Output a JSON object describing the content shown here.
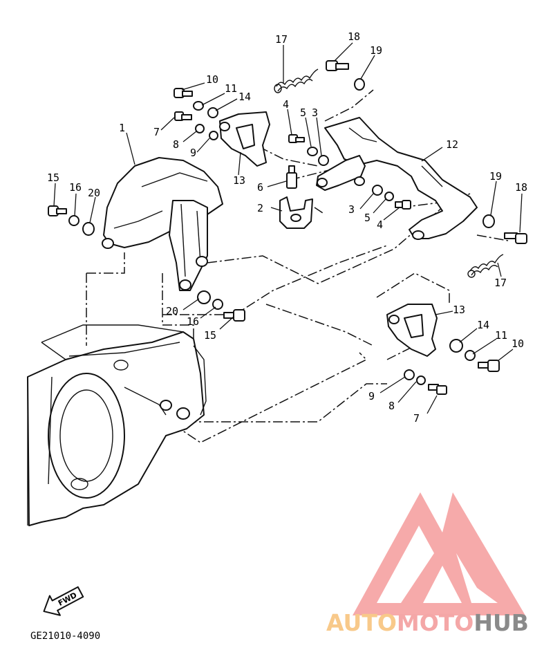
{
  "diagram": {
    "drawing_code": "GE21010-4090",
    "fwd_label": "FWD",
    "callouts": [
      {
        "id": "c1",
        "text": "1"
      },
      {
        "id": "c2",
        "text": "2"
      },
      {
        "id": "c3a",
        "text": "3"
      },
      {
        "id": "c3b",
        "text": "3"
      },
      {
        "id": "c4a",
        "text": "4"
      },
      {
        "id": "c4b",
        "text": "4"
      },
      {
        "id": "c5a",
        "text": "5"
      },
      {
        "id": "c5b",
        "text": "5"
      },
      {
        "id": "c6",
        "text": "6"
      },
      {
        "id": "c7a",
        "text": "7"
      },
      {
        "id": "c7b",
        "text": "7"
      },
      {
        "id": "c8a",
        "text": "8"
      },
      {
        "id": "c8b",
        "text": "8"
      },
      {
        "id": "c9a",
        "text": "9"
      },
      {
        "id": "c9b",
        "text": "9"
      },
      {
        "id": "c10a",
        "text": "10"
      },
      {
        "id": "c10b",
        "text": "10"
      },
      {
        "id": "c11a",
        "text": "11"
      },
      {
        "id": "c11b",
        "text": "11"
      },
      {
        "id": "c12",
        "text": "12"
      },
      {
        "id": "c13a",
        "text": "13"
      },
      {
        "id": "c13b",
        "text": "13"
      },
      {
        "id": "c14a",
        "text": "14"
      },
      {
        "id": "c14b",
        "text": "14"
      },
      {
        "id": "c15a",
        "text": "15"
      },
      {
        "id": "c15b",
        "text": "15"
      },
      {
        "id": "c16a",
        "text": "16"
      },
      {
        "id": "c16b",
        "text": "16"
      },
      {
        "id": "c17a",
        "text": "17"
      },
      {
        "id": "c17b",
        "text": "17"
      },
      {
        "id": "c18a",
        "text": "18"
      },
      {
        "id": "c18b",
        "text": "18"
      },
      {
        "id": "c19a",
        "text": "19"
      },
      {
        "id": "c19b",
        "text": "19"
      },
      {
        "id": "c20a",
        "text": "20"
      },
      {
        "id": "c20b",
        "text": "20"
      }
    ]
  },
  "watermark": {
    "part1": "AUTO",
    "part2": "MOTO",
    "part3": "HUB",
    "color_auto": "#f8c98a",
    "color_moto": "#f4a7a7",
    "color_hub": "#8a8a8a",
    "logo_color": "#f59b9b"
  }
}
